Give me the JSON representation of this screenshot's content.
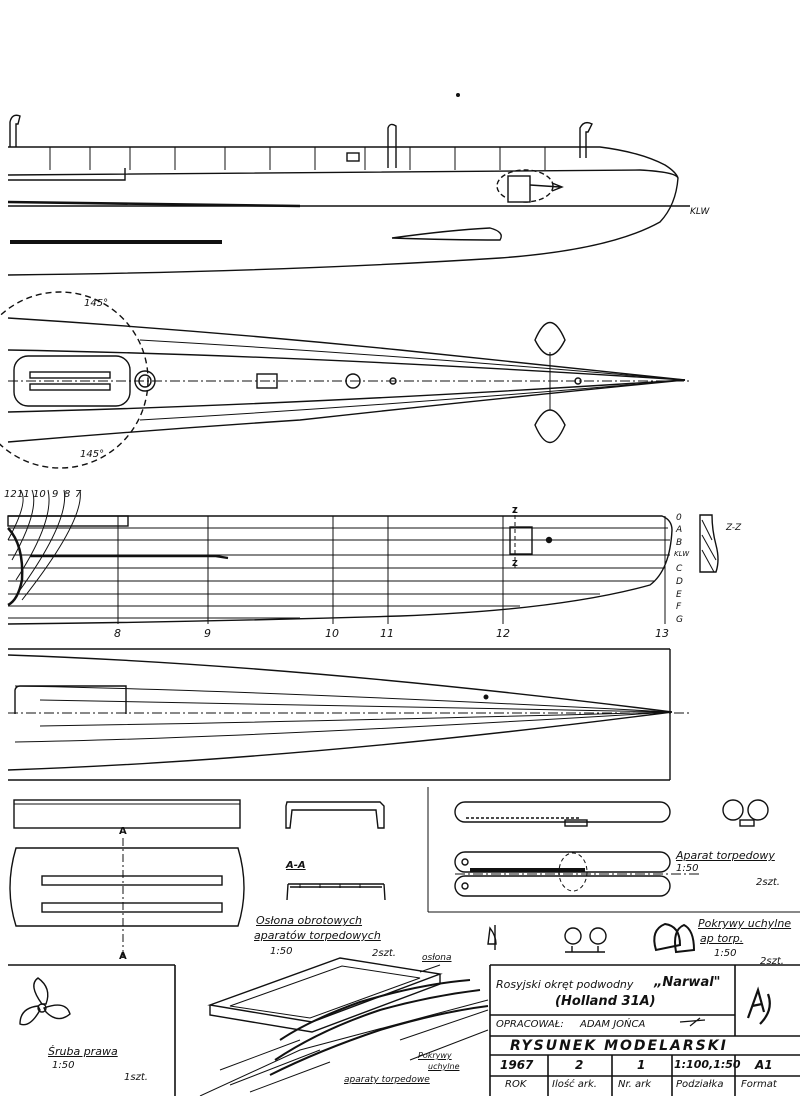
{
  "waterline_labels": {
    "klw_side": "KLW",
    "angle_top": "145°",
    "angle_bottom": "145°"
  },
  "frames": {
    "top_numbers": [
      "12",
      "11",
      "10",
      "9",
      "8",
      "7"
    ],
    "bottom_numbers": [
      "8",
      "9",
      "10",
      "11",
      "12",
      "13"
    ],
    "right_letters": [
      "0",
      "A",
      "B",
      "KLW",
      "C",
      "D",
      "E",
      "F",
      "G"
    ],
    "section_mark": "Z",
    "section_label": "Z-Z"
  },
  "details": {
    "section_mark": "A",
    "section_label": "A-A",
    "oslona_title_1": "Osłona obrotowych",
    "oslona_title_2": "aparatów torpedowych",
    "oslona_scale": "1:50",
    "oslona_qty": "2szt.",
    "aparat_title": "Aparat torpedowy",
    "aparat_scale": "1:50",
    "aparat_qty": "2szt.",
    "pokrywy_title_1": "Pokrywy uchylne",
    "pokrywy_title_2": "ap torp.",
    "pokrywy_scale": "1:50",
    "pokrywy_qty": "2szt.",
    "sruba_title": "Śruba prawa",
    "sruba_scale": "1:50",
    "sruba_qty": "1szt.",
    "iso_oslona": "osłona",
    "iso_pokrywy_1": "Pokrywy",
    "iso_pokrywy_2": "uchylne",
    "iso_aparaty": "aparaty torpedowe"
  },
  "title_block": {
    "line1_prefix": "Rosyjski okręt podwodny",
    "line1_name": "„Narwal\"",
    "line2": "(Holland 31A)",
    "opracowal_label": "OPRACOWAŁ:",
    "author": "ADAM JOŃCA",
    "logo": "AJ",
    "publication": "RYSUNEK MODELARSKI",
    "values": [
      "1967",
      "2",
      "1",
      "1:100,1:50",
      "A1"
    ],
    "headers": [
      "ROK",
      "Ilość ark.",
      "Nr. ark",
      "Podziałka",
      "Format"
    ]
  }
}
